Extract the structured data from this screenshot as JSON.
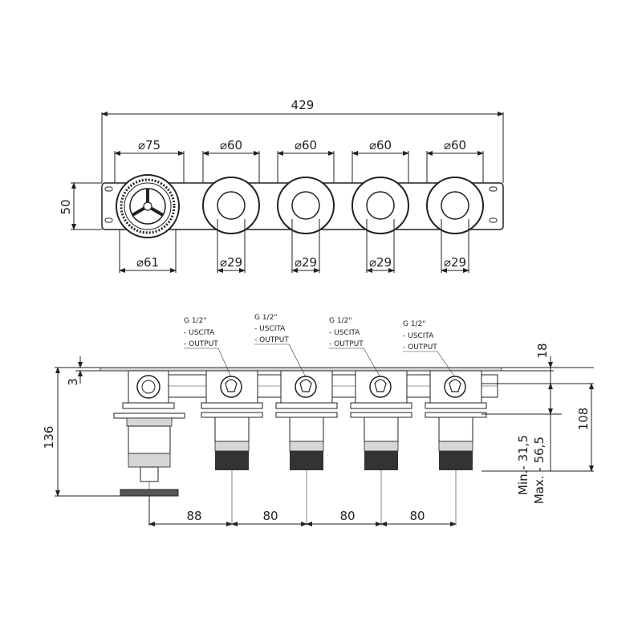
{
  "top_view": {
    "overall_width": "429",
    "height": "50",
    "diameters": [
      "⌀75",
      "⌀60",
      "⌀60",
      "⌀60",
      "⌀60"
    ],
    "inner_diameters": [
      "⌀61",
      "⌀29",
      "⌀29",
      "⌀29",
      "⌀29"
    ]
  },
  "front_view": {
    "depth_total": "136",
    "offset_small": "3",
    "top_offset": "18",
    "body_depth": "108",
    "min_label": "Min.- 31,5",
    "max_label": "Max. - 56,5",
    "spacings": [
      "88",
      "80",
      "80",
      "80"
    ],
    "outlets": [
      {
        "thread": "G 1/2\"",
        "uscita": "- USCITA",
        "output": "- OUTPUT"
      },
      {
        "thread": "G 1/2\"",
        "uscita": "- USCITA",
        "output": "- OUTPUT"
      },
      {
        "thread": "G 1/2\"",
        "uscita": "- USCITA",
        "output": "- OUTPUT"
      },
      {
        "thread": "G 1/2\"",
        "uscita": "- USCITA",
        "output": "- OUTPUT"
      }
    ]
  }
}
